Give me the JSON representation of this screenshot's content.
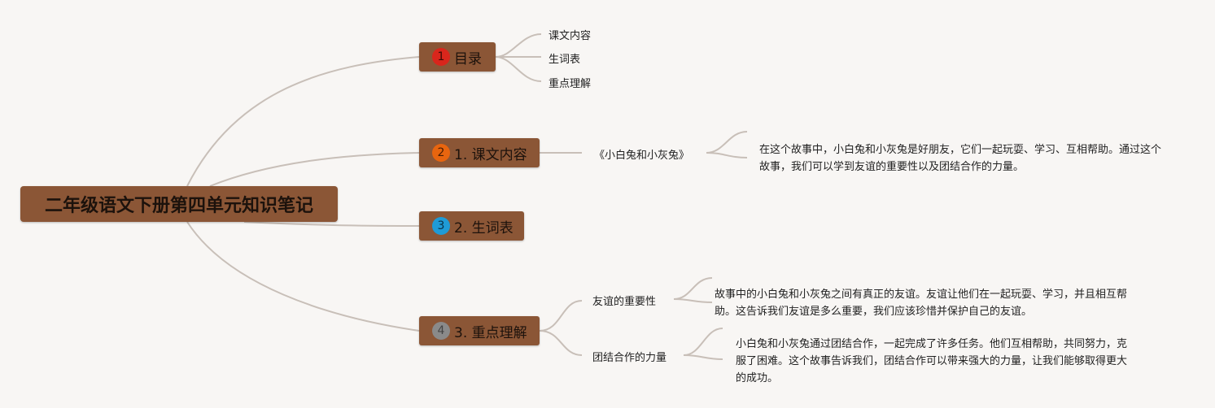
{
  "root": {
    "title": "二年级语文下册第四单元知识笔记"
  },
  "branches": [
    {
      "badge": "1",
      "badge_color": "#d9261c",
      "label": "目录"
    },
    {
      "badge": "2",
      "badge_color": "#e8650f",
      "label": "1. 课文内容"
    },
    {
      "badge": "3",
      "badge_color": "#1f9bd6",
      "label": "2. 生词表"
    },
    {
      "badge": "4",
      "badge_color": "#8a8a8a",
      "label": "3. 重点理解"
    }
  ],
  "toc": [
    "课文内容",
    "生词表",
    "重点理解"
  ],
  "lesson": {
    "title": "《小白兔和小灰兔》",
    "summary": "在这个故事中，小白兔和小灰兔是好朋友，它们一起玩耍、学习、互相帮助。通过这个故事，我们可以学到友谊的重要性以及团结合作的力量。"
  },
  "key_points": [
    {
      "title": "友谊的重要性",
      "text": "故事中的小白兔和小灰兔之间有真正的友谊。友谊让他们在一起玩耍、学习，并且相互帮助。这告诉我们友谊是多么重要，我们应该珍惜并保护自己的友谊。"
    },
    {
      "title": "团结合作的力量",
      "text": "小白兔和小灰兔通过团结合作，一起完成了许多任务。他们互相帮助，共同努力，克服了困难。这个故事告诉我们，团结合作可以带来强大的力量，让我们能够取得更大的成功。"
    }
  ],
  "colors": {
    "node_fill": "#8b5636",
    "connector": "#c8bfb8",
    "background": "#f8f6f4"
  }
}
